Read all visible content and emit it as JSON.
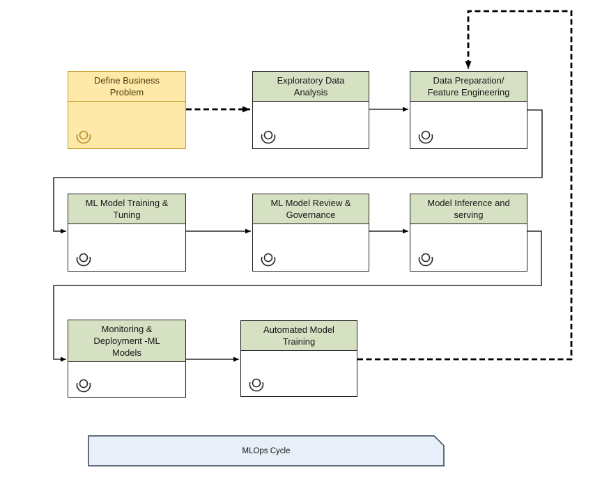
{
  "diagram_title": "MLOps Cycle",
  "banner": {
    "label": "MLOps Cycle"
  },
  "nodes": [
    {
      "id": "define-business-problem",
      "label": "Define Business\nProblem",
      "icon": "process-icon",
      "style": "start"
    },
    {
      "id": "exploratory-data-analysis",
      "label": "Exploratory Data\nAnalysis",
      "icon": "process-icon",
      "style": "process"
    },
    {
      "id": "data-preparation-feature-engineering",
      "label": "Data Preparation/\nFeature Engineering",
      "icon": "process-icon",
      "style": "process"
    },
    {
      "id": "ml-model-training-tuning",
      "label": "ML Model Training &\nTuning",
      "icon": "process-icon",
      "style": "process"
    },
    {
      "id": "ml-model-review-governance",
      "label": "ML Model Review &\nGovernance",
      "icon": "process-icon",
      "style": "process"
    },
    {
      "id": "model-inference-serving",
      "label": "Model Inference and\nserving",
      "icon": "process-icon",
      "style": "process"
    },
    {
      "id": "monitoring-deployment-ml-models",
      "label": "Monitoring &\nDeployment  -ML\nModels",
      "icon": "process-icon",
      "style": "process"
    },
    {
      "id": "automated-model-training",
      "label": "Automated Model\nTraining",
      "icon": "process-icon",
      "style": "process"
    }
  ],
  "colors": {
    "process_header_fill": "#D6E0C2",
    "process_border": "#1F1F1F",
    "start_fill": "#FFE9A8",
    "start_border": "#C49C2F",
    "start_text": "#4A3B0B",
    "banner_fill": "#E9EFF8",
    "banner_border": "#344154",
    "connector": "#000000"
  }
}
